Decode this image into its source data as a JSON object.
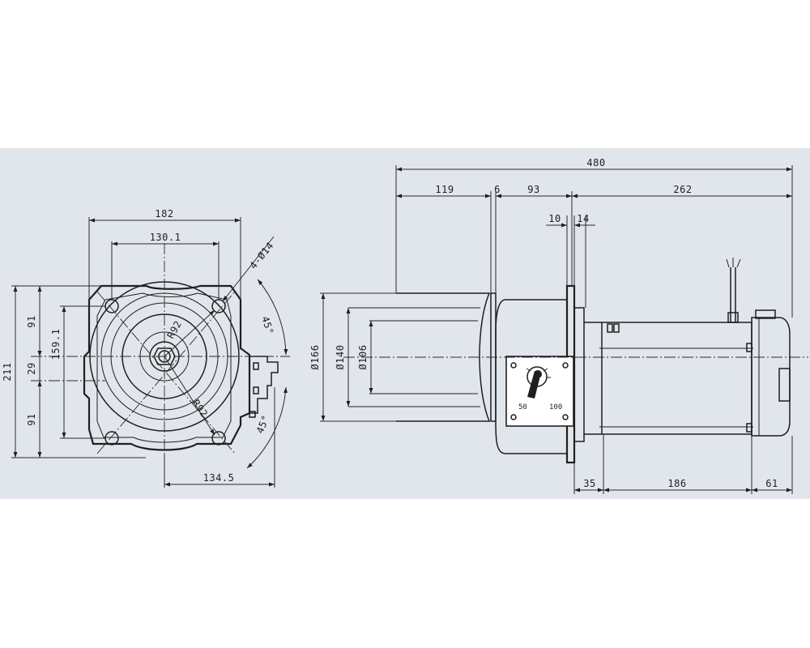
{
  "front_view": {
    "dims": {
      "width_182": "182",
      "bolt_spacing": "130.1",
      "holes": "4-Ø14",
      "angle_top": "45°",
      "angle_bottom": "45°",
      "radius_top": "R92",
      "radius_bottom": "R92",
      "offset_bottom": "134.5",
      "height_total": "211",
      "upper_91": "91",
      "mid_29": "29",
      "lower_91": "91",
      "bolt_vertical": "159.1"
    }
  },
  "side_view": {
    "dims": {
      "overall": "480",
      "seg_119": "119",
      "seg_6": "6",
      "seg_93": "93",
      "seg_262": "262",
      "seg_10": "10",
      "seg_14": "14",
      "dia_166": "Ø166",
      "dia_140": "Ø140",
      "dia_106": "Ø106",
      "seg_35": "35",
      "seg_186": "186",
      "seg_61": "61"
    },
    "dial": {
      "low": "50",
      "high": "100"
    }
  }
}
